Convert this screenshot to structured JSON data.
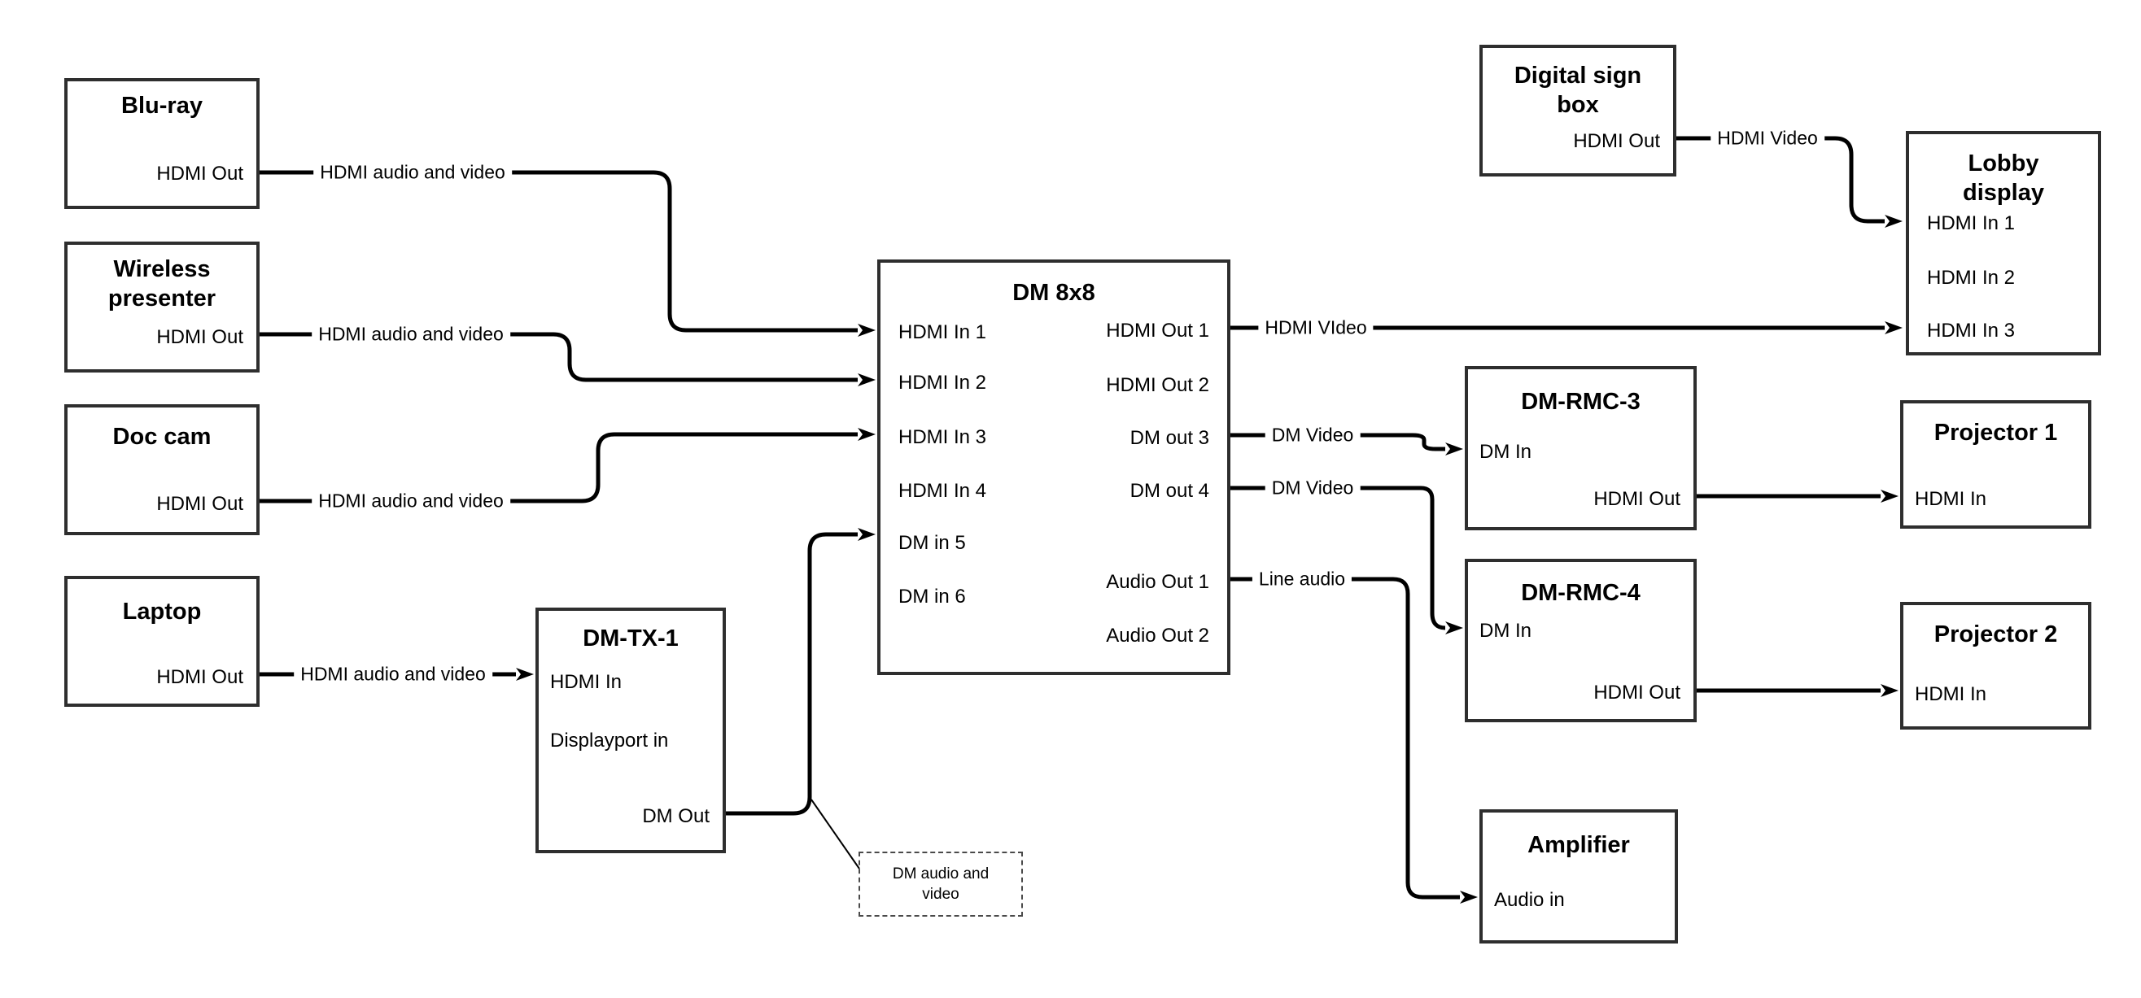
{
  "diagram": {
    "nodes": {
      "bluray": {
        "title": "Blu-ray",
        "port_out": "HDMI Out"
      },
      "wireless": {
        "title": "Wireless presenter",
        "port_out": "HDMI Out"
      },
      "doccam": {
        "title": "Doc cam",
        "port_out": "HDMI Out"
      },
      "laptop": {
        "title": "Laptop",
        "port_out": "HDMI Out"
      },
      "dmtx1": {
        "title": "DM-TX-1",
        "port_hdmi_in": "HDMI In",
        "port_dp_in": "Displayport in",
        "port_dm_out": "DM Out"
      },
      "dm8x8": {
        "title": "DM 8x8",
        "inputs": [
          "HDMI In 1",
          "HDMI In 2",
          "HDMI In 3",
          "HDMI In 4",
          "DM in 5",
          "DM in 6"
        ],
        "outputs": [
          "HDMI Out 1",
          "HDMI Out 2",
          "DM out 3",
          "DM out 4",
          "Audio Out 1",
          "Audio Out 2"
        ]
      },
      "signbox": {
        "title": "Digital sign box",
        "port_out": "HDMI Out"
      },
      "lobby": {
        "title": "Lobby display",
        "inputs": [
          "HDMI In 1",
          "HDMI In 2",
          "HDMI In 3"
        ]
      },
      "dmrmc3": {
        "title": "DM-RMC-3",
        "port_dm_in": "DM In",
        "port_hdmi_out": "HDMI Out"
      },
      "dmrmc4": {
        "title": "DM-RMC-4",
        "port_dm_in": "DM In",
        "port_hdmi_out": "HDMI Out"
      },
      "proj1": {
        "title": "Projector 1",
        "port_hdmi_in": "HDMI In"
      },
      "proj2": {
        "title": "Projector 2",
        "port_hdmi_in": "HDMI In"
      },
      "amp": {
        "title": "Amplifier",
        "port_audio_in": "Audio in"
      },
      "note": {
        "text": "DM audio and video"
      }
    },
    "edge_labels": {
      "bluray_dm": "HDMI audio and video",
      "wireless_dm": "HDMI audio and video",
      "doccam_dm": "HDMI audio and video",
      "laptop_tx": "HDMI audio and video",
      "out1_lobby": "HDMI VIdeo",
      "sign_lobby": "HDMI Video",
      "out3_rmc3": "DM Video",
      "out4_rmc4": "DM Video",
      "audio_amp": "Line audio"
    },
    "colors": {
      "line": "#000000",
      "border": "#2e2e2e",
      "background": "#ffffff",
      "text": "#000000"
    }
  }
}
